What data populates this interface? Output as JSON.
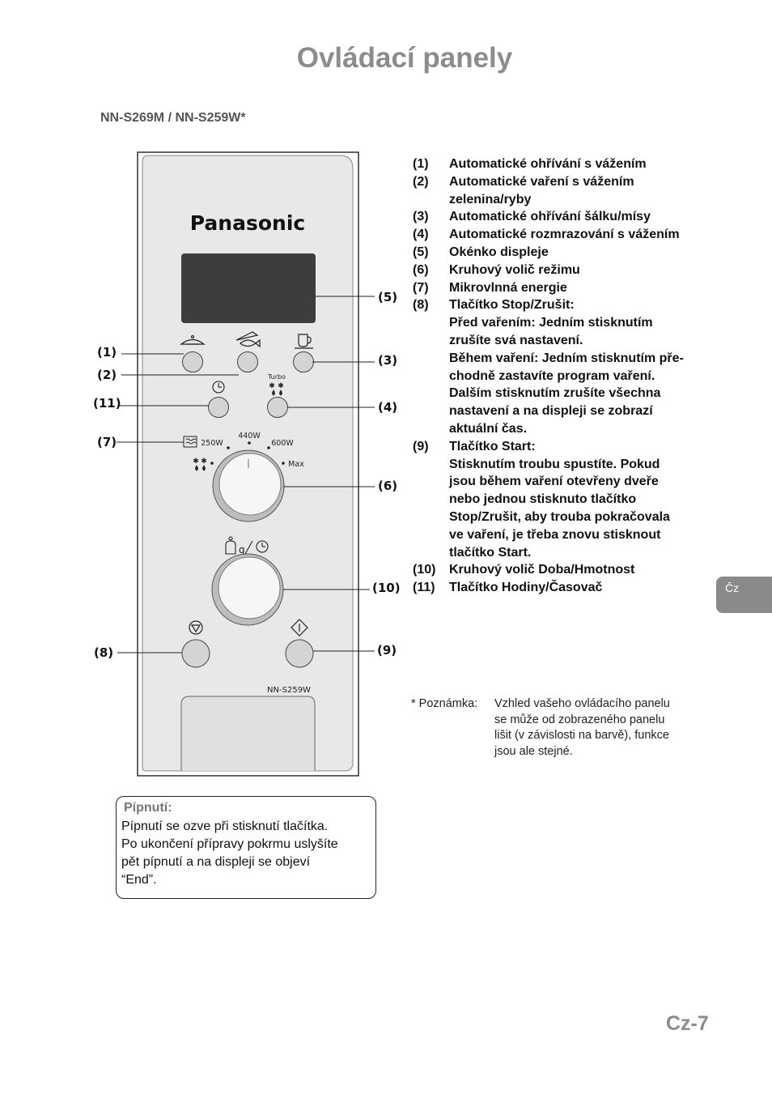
{
  "page": {
    "title": "Ovládací panely",
    "model_line": "NN-S269M  / NN-S259W*",
    "page_number": "Cz-7",
    "language_tab": "Čz"
  },
  "panel": {
    "brand": "Panasonic",
    "model_label": "NN-S259W",
    "turbo_label": "Turbo",
    "power_levels": {
      "low": "250W",
      "mid": "440W",
      "high": "600W",
      "max": "Max"
    },
    "dial_label": "g",
    "callouts": {
      "c1": "(1)",
      "c2": "(2)",
      "c3": "(3)",
      "c4": "(4)",
      "c5": "(5)",
      "c6": "(6)",
      "c7": "(7)",
      "c8": "(8)",
      "c9": "(9)",
      "c10": "(10)",
      "c11": "(11)"
    },
    "icons": [
      "dish-icon",
      "fish-vegetable-icon",
      "cup-icon",
      "clock-icon",
      "defrost-icon",
      "microwave-icon",
      "weight-icon",
      "stop-icon",
      "start-icon"
    ]
  },
  "legend": [
    {
      "num": "(1)",
      "lines": [
        "Automatické ohřívání s vážením"
      ]
    },
    {
      "num": "(2)",
      "lines": [
        "Automatické vaření s vážením",
        "zelenina/ryby"
      ]
    },
    {
      "num": "(3)",
      "lines": [
        "Automatické ohřívání šálku/mísy"
      ]
    },
    {
      "num": "(4)",
      "lines": [
        "Automatické rozmrazování s vážením"
      ]
    },
    {
      "num": "(5)",
      "lines": [
        "Okénko displeje"
      ]
    },
    {
      "num": "(6)",
      "lines": [
        "Kruhový volič režimu"
      ]
    },
    {
      "num": "(7)",
      "lines": [
        "Mikrovlnná energie"
      ]
    },
    {
      "num": "(8)",
      "lines": [
        "Tlačítko Stop/Zrušit:",
        "Před vařením: Jedním stisknutím",
        "zrušíte svá nastavení.",
        "Během vaření: Jedním stisknutím pře-",
        "chodně zastavíte program vaření.",
        "Dalším stisknutím zrušíte všechna",
        "nastavení a na displeji se zobrazí",
        "aktuální čas."
      ]
    },
    {
      "num": "(9)",
      "lines": [
        "Tlačítko Start:",
        "Stisknutím troubu spustíte. Pokud",
        "jsou během vaření otevřeny dveře",
        "nebo jednou stisknuto tlačítko",
        "Stop/Zrušit, aby trouba pokračovala",
        "ve vaření, je třeba znovu stisknout",
        "tlačítko Start."
      ]
    },
    {
      "num": "(10)",
      "lines": [
        "Kruhový volič Doba/Hmotnost"
      ]
    },
    {
      "num": "(11)",
      "lines": [
        "Tlačítko Hodiny/Časovač"
      ]
    }
  ],
  "note": {
    "label": "* Poznámka:",
    "lines": [
      "Vzhled vašeho ovládacího panelu",
      "se může od zobrazeného panelu",
      "lišit (v závislosti na barvě), funkce",
      "jsou ale stejné."
    ]
  },
  "beep": {
    "title": "Pípnutí:",
    "lines": [
      "Pípnutí se ozve při stisknutí tlačítka.",
      "Po ukončení přípravy pokrmu uslyšíte",
      "pět pípnutí a na displeji se objeví",
      "“End”."
    ]
  },
  "colors": {
    "title_gray": "#8c8c8c",
    "panel_face": "#e6e6e6",
    "display": "#3d3d3d",
    "button": "#d4d4d4",
    "tab": "#8a8a8a"
  }
}
